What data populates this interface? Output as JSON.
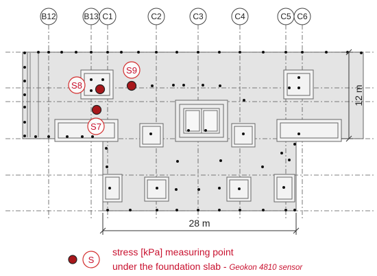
{
  "axes": [
    "B12",
    "B13",
    "C1",
    "C2",
    "C3",
    "C4",
    "C5",
    "C6"
  ],
  "dimensions": {
    "width": "28 m",
    "height": "12 m"
  },
  "sensors": [
    "S7",
    "S8",
    "S9"
  ],
  "legend": {
    "symbol": "S",
    "line1": "stress [kPa] measuring point",
    "line2": "under the foundation slab",
    "separator": " - ",
    "note": "Geokon 4810 sensor"
  },
  "colors": {
    "sensor_fill": "#a8171b",
    "sensor_ring": "#d32f2f",
    "label": "#c8102e",
    "slab": "#e4e4e4"
  }
}
